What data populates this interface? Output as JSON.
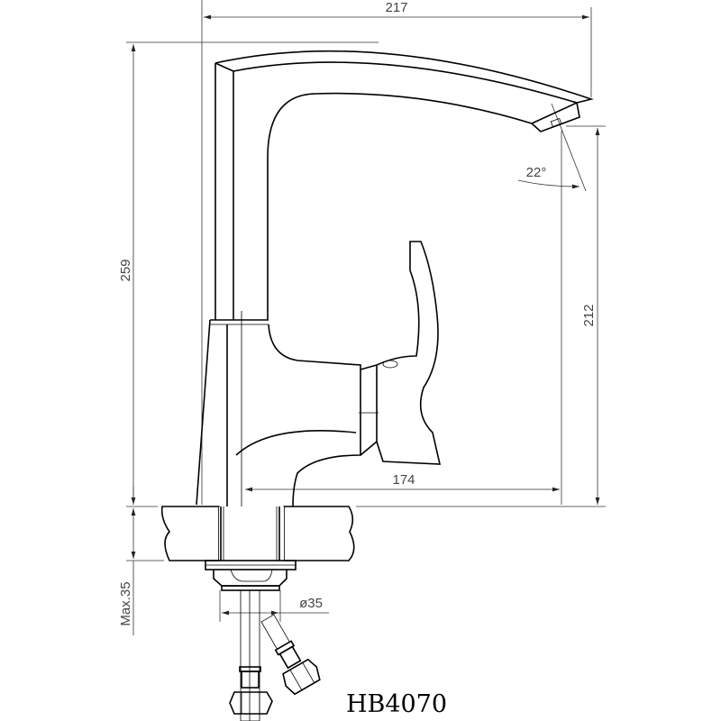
{
  "drawing": {
    "model": "HB4070",
    "dimensions": {
      "overall_reach": "217",
      "overall_height": "259",
      "spout_height": "212",
      "spout_reach_from_center": "174",
      "spout_angle": "22°",
      "max_counter_thickness": "Max.35",
      "hole_diameter": "ø35"
    }
  }
}
